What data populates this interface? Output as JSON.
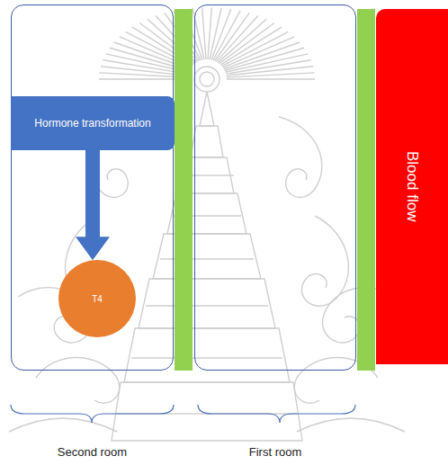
{
  "diagram": {
    "nodes": [
      {
        "text": [
          "Second room"
        ]
      },
      {
        "text": [
          "Hormone transformation"
        ],
        "in": 0
      },
      {
        "text": [
          "T4"
        ],
        "in": 0
      },
      {
        "text": [
          "First room"
        ]
      },
      {
        "text": [
          "Blood flow"
        ]
      }
    ],
    "edges": [
      {
        "from": 1,
        "to": 2,
        "arrow": "to"
      }
    ]
  }
}
